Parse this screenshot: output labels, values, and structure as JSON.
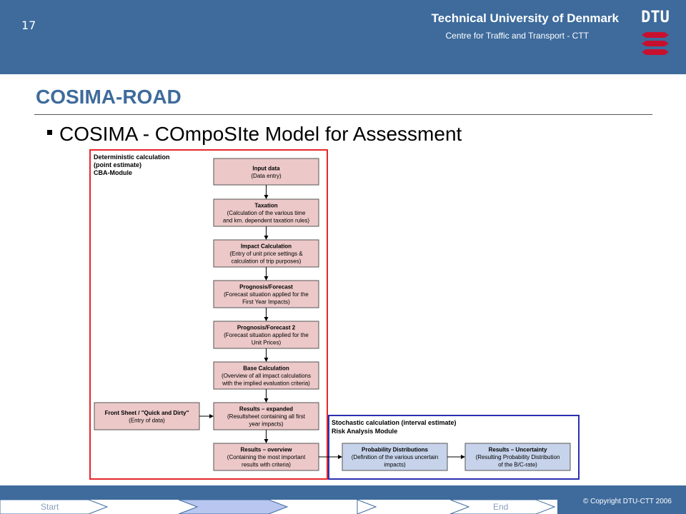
{
  "header": {
    "slide_number": "17",
    "university": "Technical University of Denmark",
    "centre": "Centre for Traffic and Transport - CTT",
    "logo_text": "DTU"
  },
  "slide": {
    "title": "COSIMA-ROAD",
    "bullet": "COSIMA - COmpoSIte Model for Assessment"
  },
  "diagram": {
    "deterministic_label": [
      "Deterministic calculation",
      "(point estimate)",
      "CBA-Module"
    ],
    "stochastic_label": [
      "Stochastic calculation (interval estimate)",
      "Risk Analysis Module"
    ],
    "boxes": [
      {
        "title": "Input data",
        "lines": [
          "(Data entry)"
        ]
      },
      {
        "title": "Taxation",
        "lines": [
          "(Calculation of the various time",
          "and km. dependent taxation rules)"
        ]
      },
      {
        "title": "Impact Calculation",
        "lines": [
          "(Entry of unit price settings &",
          "calculation of trip purposes)"
        ]
      },
      {
        "title": "Prognosis/Forecast",
        "lines": [
          "(Forecast situation applied for the",
          "First Year Impacts)"
        ]
      },
      {
        "title": "Prognosis/Forecast 2",
        "lines": [
          "(Forecast situation applied for the",
          "Unit Prices)"
        ]
      },
      {
        "title": "Base Calculation",
        "lines": [
          "(Overview of all impact calculations",
          "with the implied evaluation criteria)"
        ]
      },
      {
        "title": "Results – expanded",
        "lines": [
          "(Resultsheet containing all first",
          "year impacts)"
        ]
      },
      {
        "title": "Results – overview",
        "lines": [
          "(Containing the most important",
          "results with criteria)"
        ]
      }
    ],
    "front_sheet": {
      "title": "Front Sheet / \"Quick and Dirty\"",
      "lines": [
        "(Entry of data)"
      ]
    },
    "stochastic_boxes": [
      {
        "title": "Probability Distributions",
        "lines": [
          "(Definition of the various uncertain",
          "impacts)"
        ]
      },
      {
        "title": "Results – Uncertainty",
        "lines": [
          "(Resulting Probability Distribution",
          "of the B/C-rate)"
        ]
      }
    ],
    "colors": {
      "box_fill_pink": "#ecc8c8",
      "box_fill_blue": "#c6d3ea",
      "deterministic_border": "#e8262a",
      "stochastic_border": "#2a2fb0"
    }
  },
  "footer": {
    "start": "Start",
    "end": "End",
    "copyright": "© Copyright DTU-CTT 2006"
  }
}
